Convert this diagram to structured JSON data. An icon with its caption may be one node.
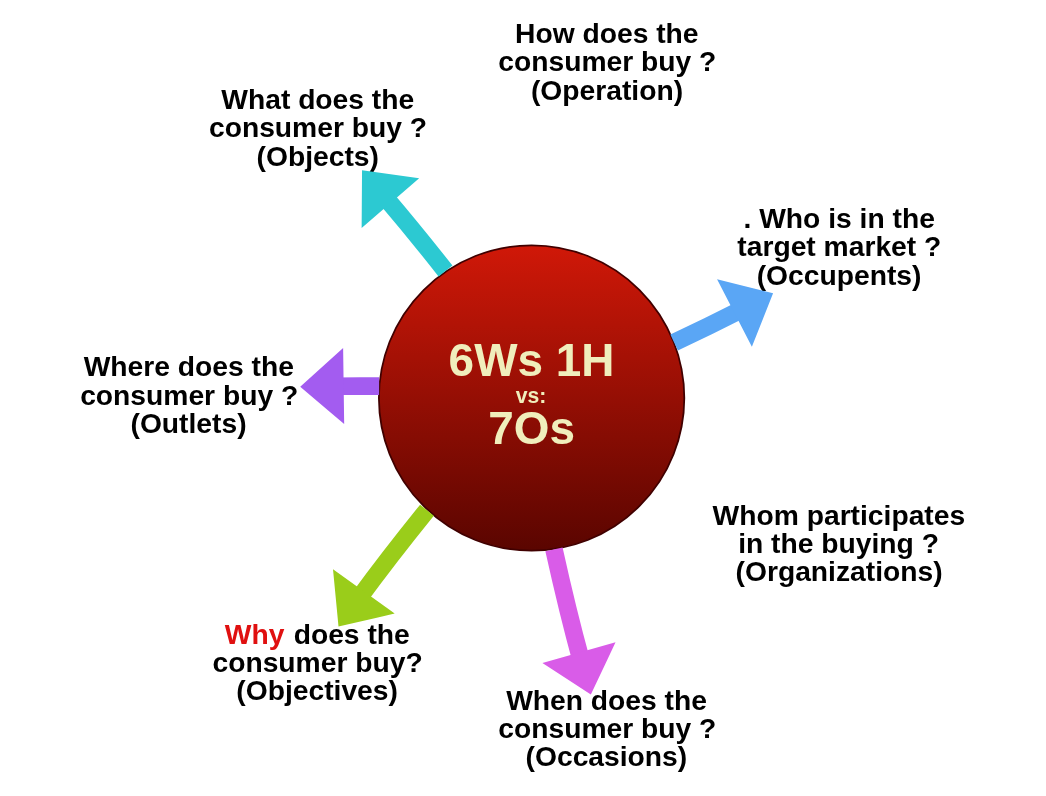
{
  "diagram": {
    "nodes": [
      {
        "text": [
          "6Ws 1H",
          "vs:",
          "7Os"
        ]
      },
      {
        "text": [
          ". Who is in the target market ?",
          "(Occupents)"
        ]
      },
      {
        "text": [
          "How does the consumer buy ?",
          "(Operation)"
        ]
      },
      {
        "text": [
          "What does the consumer buy ?",
          "(Objects)"
        ]
      },
      {
        "text": [
          "Where does the consumer buy ?",
          "(Outlets)"
        ]
      },
      {
        "text": [
          "Why does the consumer buy?",
          "(Objectives)"
        ]
      },
      {
        "text": [
          "When does the consumer buy ?",
          "(Occasions)"
        ]
      },
      {
        "text": [
          "Whom participates in the buying ?",
          "(Organizations)"
        ]
      }
    ],
    "edges": [
      {
        "from": 0,
        "to": 1,
        "arrow": "to",
        "color": "#5aa6f5"
      },
      {
        "from": 0,
        "to": 3,
        "arrow": "to",
        "color": "#2cc9d2"
      },
      {
        "from": 0,
        "to": 5,
        "arrow": "to",
        "color": "#9acd1a"
      },
      {
        "from": 0,
        "to": 6,
        "arrow": "to",
        "color": "#d95ce8"
      },
      {
        "from": 0,
        "to": 4,
        "arrow": "to",
        "color": "#a35cf0"
      }
    ]
  }
}
